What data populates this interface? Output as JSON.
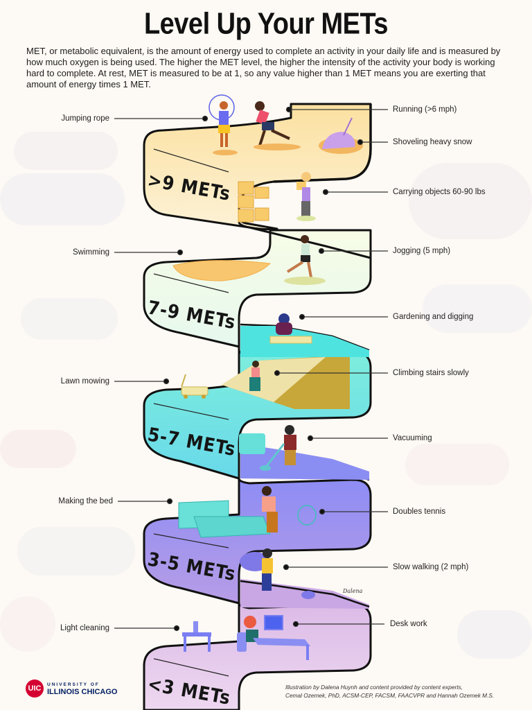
{
  "title": "Level Up Your METs",
  "intro": "MET, or metabolic equivalent, is the amount of energy used to complete an activity in your daily life and is measured by how much oxygen is being used. The higher the MET level, the higher the intensity of the activity your body is working hard to complete. At rest, MET is measured to be at 1, so any value higher than 1 MET means you are exerting that amount of energy times 1 MET.",
  "levels": [
    {
      "label": ">9 METs",
      "color_top": "#fbe3a6",
      "color_bottom": "#fdf1d3",
      "activities_left": [
        "Jumping rope"
      ],
      "activities_right": [
        "Running (>6 mph)",
        "Shoveling heavy snow",
        "Carrying objects 60-90 lbs"
      ]
    },
    {
      "label": "7-9 METs",
      "color_top": "#f2fbe0",
      "color_bottom": "#e7f9ef",
      "activities_left": [
        "Swimming"
      ],
      "activities_right": [
        "Jogging (5 mph)",
        "Gardening and digging"
      ]
    },
    {
      "label": "5-7 METs",
      "color_top": "#7ef0dc",
      "color_bottom": "#6fdde9",
      "activities_left": [
        "Lawn mowing"
      ],
      "activities_right": [
        "Climbing stairs slowly",
        "Vacuuming"
      ]
    },
    {
      "label": "3-5 METs",
      "color_top": "#8a90f5",
      "color_bottom": "#b39ae8",
      "activities_left": [
        "Making the bed"
      ],
      "activities_right": [
        "Doubles tennis",
        "Slow walking (2 mph)"
      ]
    },
    {
      "label": "<3 METs",
      "color_top": "#dab8e6",
      "color_bottom": "#ecd5ef",
      "activities_left": [
        "Light cleaning"
      ],
      "activities_right": [
        "Desk work"
      ]
    }
  ],
  "logo": {
    "badge": "UIC",
    "line1": "UNIVERSITY OF",
    "line2": "ILLINOIS CHICAGO",
    "brand_color": "#d50032",
    "navy": "#001e62"
  },
  "credit": {
    "line1": "Illustration by Dalena Huynh and content provided by content experts,",
    "line2": "Cemal Ozemek, PhD, ACSM-CEP, FACSM, FAACVPR and Hannah Ozemek M.S."
  }
}
